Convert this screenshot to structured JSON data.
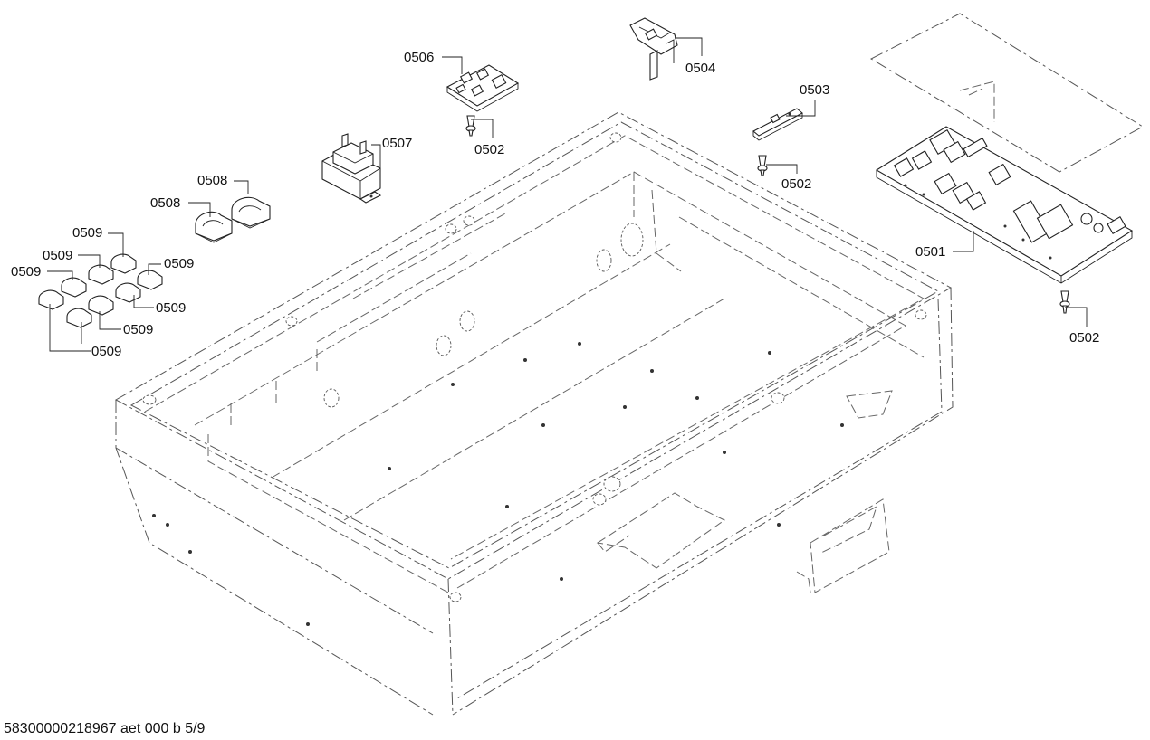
{
  "labels": {
    "p0501": "0501",
    "p0502": "0502",
    "p0503": "0503",
    "p0504": "0504",
    "p0506": "0506",
    "p0507": "0507",
    "p0508": "0508",
    "p0509": "0509"
  },
  "footer": {
    "code": "58300000218967 aet 000 b 5/9"
  }
}
